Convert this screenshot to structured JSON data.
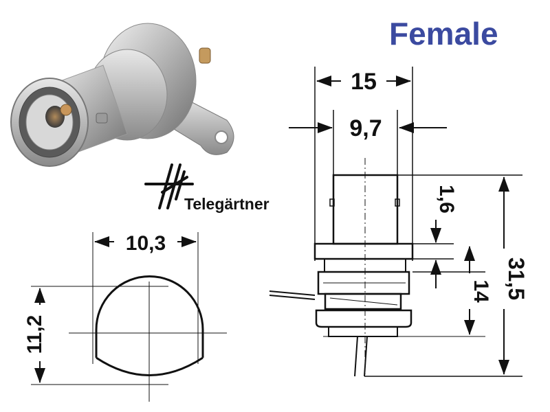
{
  "title": "Female",
  "brand": {
    "name": "Telegärtner",
    "logo_icon": "telegaertner-logo-icon"
  },
  "photo_icon": "bnc-female-connector-photo",
  "dimensions": {
    "top_width": "15",
    "body_width": "9,7",
    "front_width": "10,3",
    "front_height": "11,2",
    "flange": "1,6",
    "panel": "14",
    "overall_height": "31,5"
  },
  "colors": {
    "title": "#3b4aa0",
    "line": "#111111"
  }
}
